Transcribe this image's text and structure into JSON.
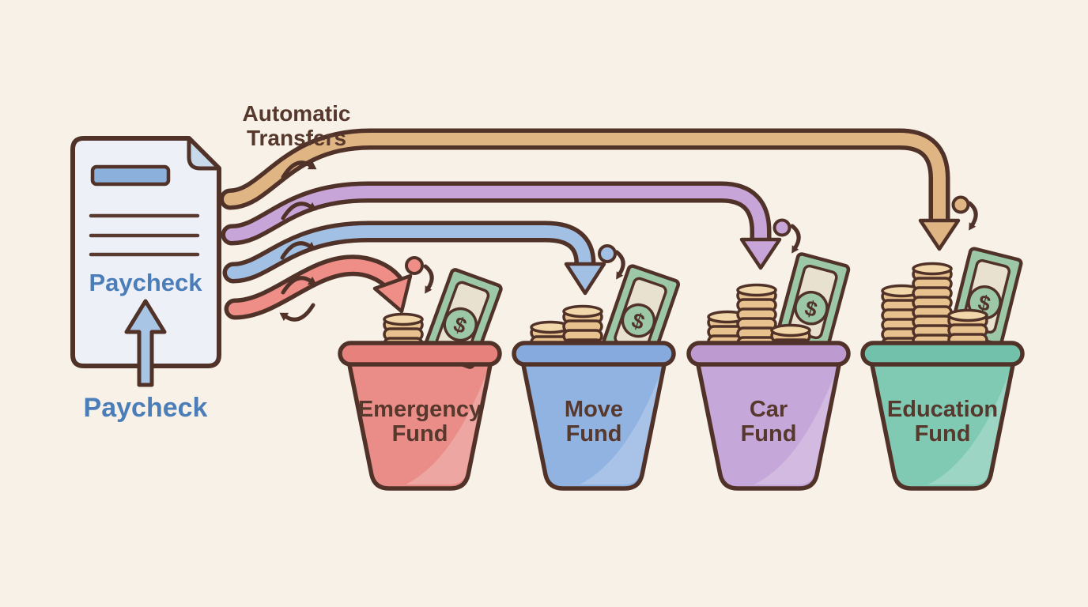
{
  "palette": {
    "background": "#f8f1e7",
    "outline": "#503229",
    "label_color": "#56382d",
    "coin_color": "#e8c28e",
    "coin_top_color": "#f1d7aa",
    "bill_color": "#9dc8a8",
    "bill_inner_color": "#e9e1d0"
  },
  "paycheck": {
    "label": "Paycheck",
    "caption": "Paycheck",
    "text_color": "#4b7db8",
    "paper_color": "#edf1f7",
    "fold_color": "#c8d9e9",
    "accent_bar_color": "#8cb0dc",
    "arrow_color": "#a9c5e6"
  },
  "transfers_label": {
    "line1": "Automatic",
    "line2": "Transfers",
    "color": "#56382d"
  },
  "funds": [
    {
      "label_line1": "Emergency",
      "label_line2": "Fund",
      "bucket_color": "#ea8d88",
      "rim_color": "#e6817c",
      "pipe_color": "#ee8e87"
    },
    {
      "label_line1": "Move",
      "label_line2": "Fund",
      "bucket_color": "#90b3e1",
      "rim_color": "#86aade",
      "pipe_color": "#a2c0e4"
    },
    {
      "label_line1": "Car",
      "label_line2": "Fund",
      "bucket_color": "#c6a7d9",
      "rim_color": "#bd9ad0",
      "pipe_color": "#c8a5d9"
    },
    {
      "label_line1": "Education",
      "label_line2": "Fund",
      "bucket_color": "#80cab4",
      "rim_color": "#72c1aa",
      "pipe_color": "#e0b584"
    }
  ],
  "currency_symbol": "$"
}
